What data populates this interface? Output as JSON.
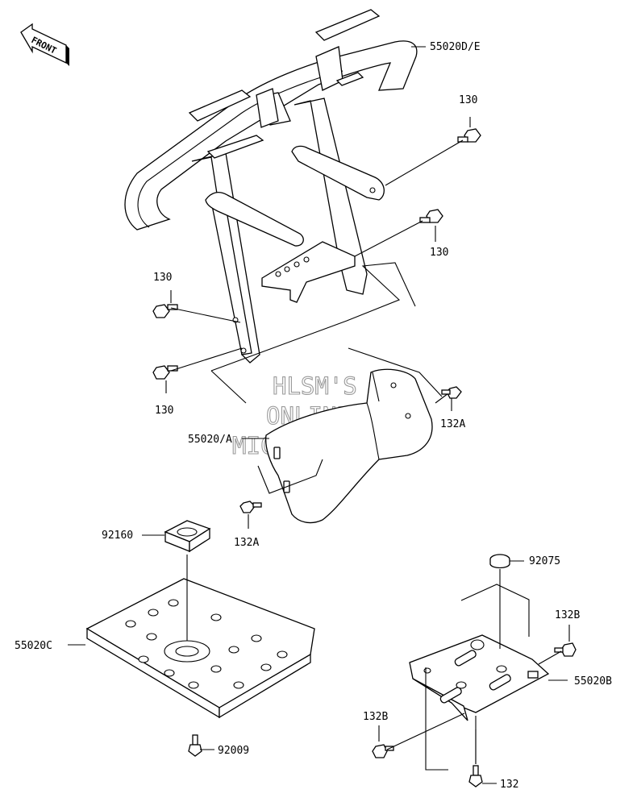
{
  "front_badge": {
    "label": "FRONT",
    "icon": "arrow-icon"
  },
  "watermark": [
    "HLSM'S",
    "ONLINE",
    "MICROFICHE"
  ],
  "labels": {
    "rear_guard": "55020D/E",
    "bolt_top_right": "130",
    "bolt_mid_right": "130",
    "bolt_left_upper": "130",
    "bolt_left_lower": "130",
    "guard_a": "55020/A",
    "bolt_132a_right": "132A",
    "bolt_132a_left": "132A",
    "pad": "92160",
    "skid_plate": "55020C",
    "screw_92009": "92009",
    "cap": "92075",
    "bolt_132b_right": "132B",
    "bracket_b": "55020B",
    "bolt_132b_left": "132B",
    "bolt_132": "132"
  }
}
